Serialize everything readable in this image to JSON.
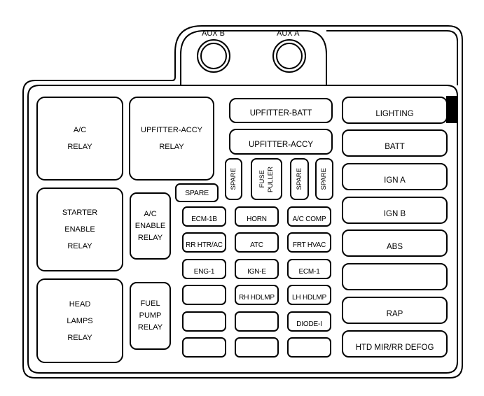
{
  "title": "Fuse Block Layout",
  "colors": {
    "line": "#000000",
    "background": "#ffffff"
  },
  "aux": [
    {
      "label": "AUX B"
    },
    {
      "label": "AUX A"
    }
  ],
  "relays": {
    "ac_relay": [
      "A/C",
      "RELAY"
    ],
    "upfitter_accy_relay": [
      "UPFITTER-ACCY",
      "RELAY"
    ],
    "starter_enable_relay": [
      "STARTER",
      "ENABLE",
      "RELAY"
    ],
    "ac_enable_relay": [
      "A/C",
      "ENABLE",
      "RELAY"
    ],
    "head_lamps_relay": [
      "HEAD",
      "LAMPS",
      "RELAY"
    ],
    "fuel_pump_relay": [
      "FUEL",
      "PUMP",
      "RELAY"
    ]
  },
  "wide_fuses": {
    "upfitter_batt": "UPFITTER-BATT",
    "upfitter_accy": "UPFITTER-ACCY"
  },
  "vertical_slots": [
    {
      "label": "SPARE"
    },
    {
      "label": "FUSE\nPULLER",
      "lines": [
        "FUSE",
        "PULLER"
      ]
    },
    {
      "label": "SPARE"
    },
    {
      "label": "SPARE"
    }
  ],
  "spare_horizontal": "SPARE",
  "mini_fuses": [
    [
      "ECM-1B",
      "HORN",
      "A/C COMP"
    ],
    [
      "RR HTR/AC",
      "ATC",
      "FRT HVAC"
    ],
    [
      "ENG-1",
      "IGN-E",
      "ECM-1"
    ],
    [
      "",
      "RH HDLMP",
      "LH HDLMP"
    ],
    [
      "",
      "",
      "DIODE-I"
    ],
    [
      "",
      "",
      ""
    ]
  ],
  "maxi_fuses": [
    "LIGHTING",
    "BATT",
    "IGN A",
    "IGN B",
    "ABS",
    "",
    "RAP",
    "HTD MIR/RR DEFOG"
  ]
}
